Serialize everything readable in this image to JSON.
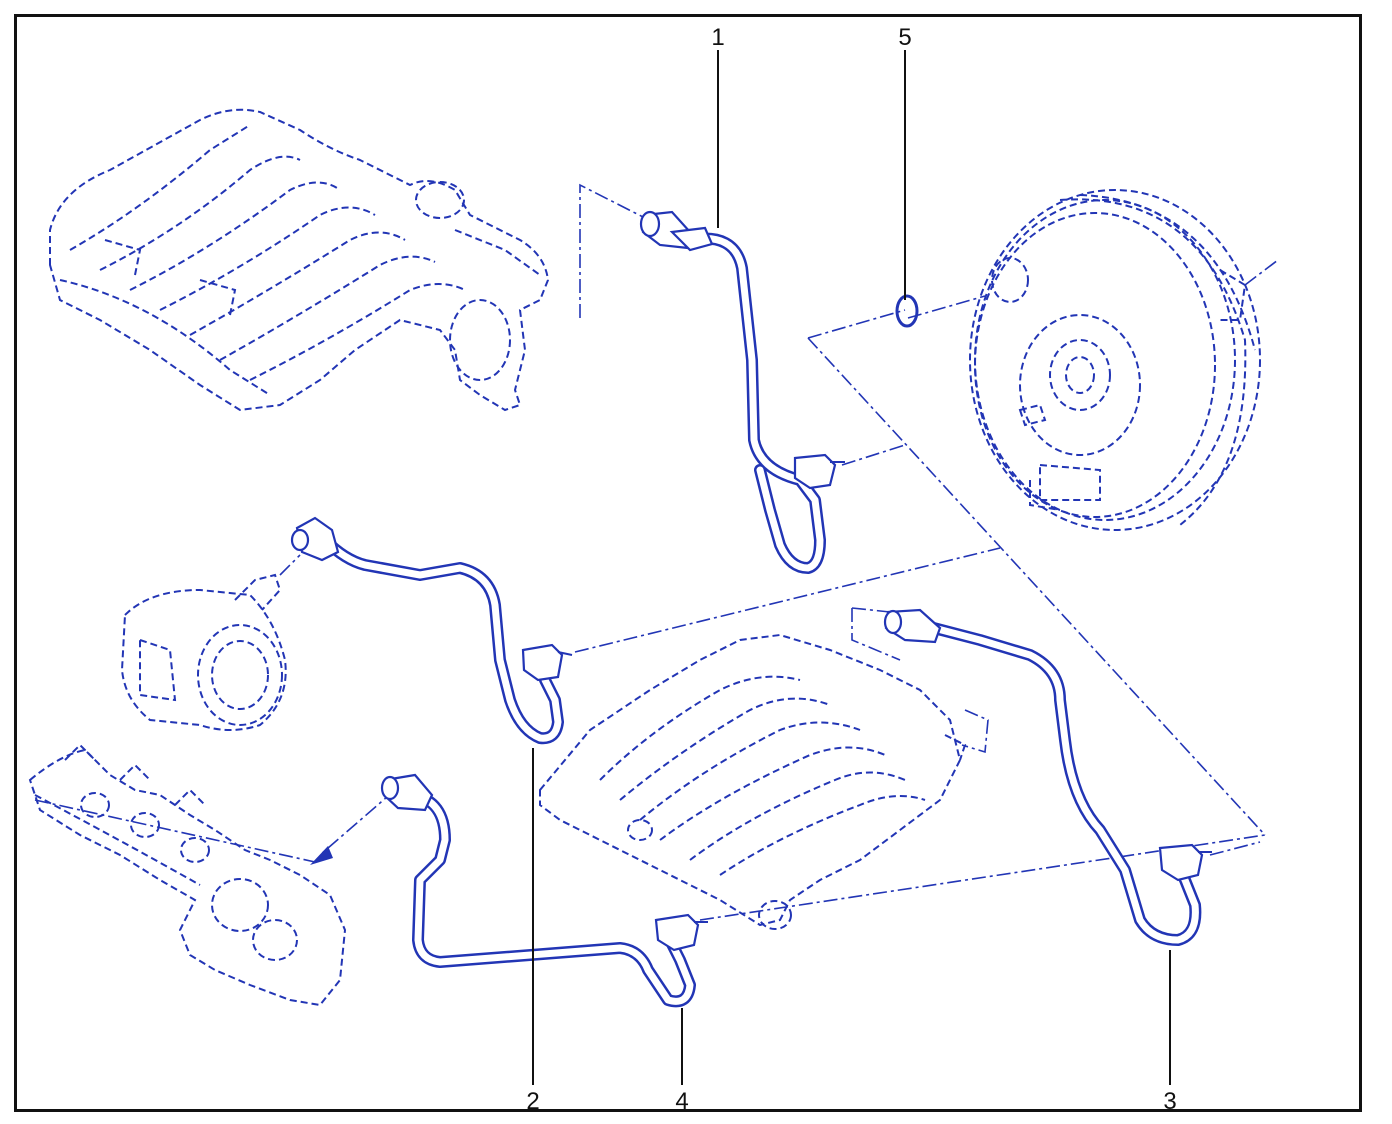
{
  "diagram": {
    "callouts": [
      {
        "id": "1",
        "label": "1"
      },
      {
        "id": "2",
        "label": "2"
      },
      {
        "id": "3",
        "label": "3"
      },
      {
        "id": "4",
        "label": "4"
      },
      {
        "id": "5",
        "label": "5"
      }
    ]
  },
  "colors": {
    "linework": "#2235b5",
    "text": "#111111",
    "frame": "#111111"
  }
}
